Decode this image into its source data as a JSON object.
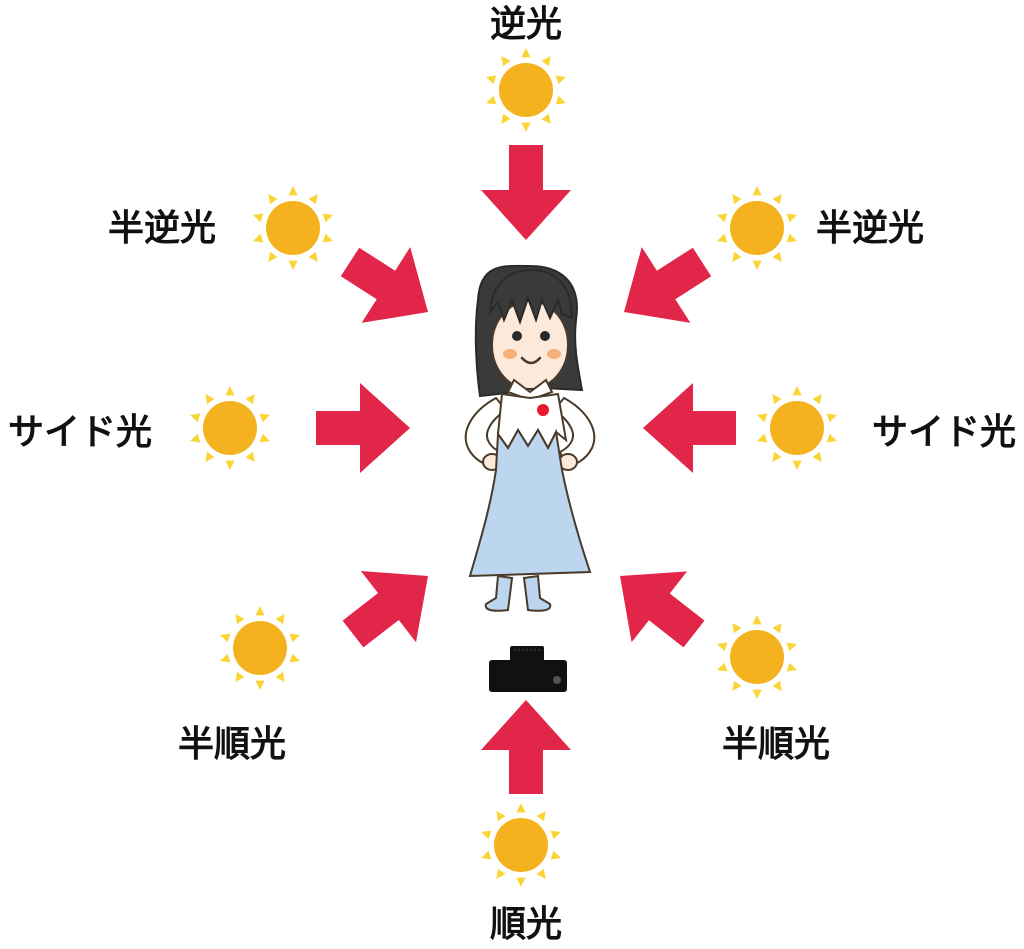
{
  "labels": {
    "top": "逆光",
    "upper_left": "半逆光",
    "upper_right": "半逆光",
    "left": "サイド光",
    "right": "サイド光",
    "lower_left": "半順光",
    "lower_right": "半順光",
    "bottom": "順光"
  },
  "colors": {
    "arrow": "#E2264A",
    "sun_fill": "#F5B21F",
    "sun_ray": "#FAD538",
    "hair": "#3A3A3A",
    "dress": "#BCD6EF",
    "blouse": "#FFFFFF",
    "skin": "#FCE9D9",
    "outline": "#4A3A2A",
    "camera": "#111111",
    "brooch": "#E8192C",
    "cheek": "#F6B07A",
    "text": "#111111"
  },
  "icons": {
    "light_source": "sun-icon",
    "subject": "girl-figure",
    "viewpoint": "camera-icon",
    "direction": "arrow-icon"
  }
}
